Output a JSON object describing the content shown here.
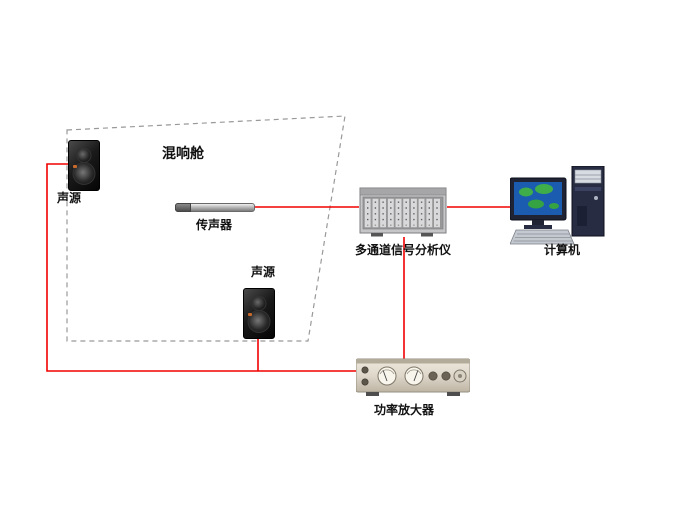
{
  "diagram": {
    "labels": {
      "chamber": "混响舱",
      "source_top": "声源",
      "source_bottom": "声源",
      "microphone": "传声器",
      "analyzer": "多通道信号分析仪",
      "computer": "计算机",
      "amplifier": "功率放大器"
    },
    "colors": {
      "wire_red": "#f20000",
      "chamber_dash": "#999999",
      "speaker_body": "#111111",
      "analyzer_body": "#c6c6c8",
      "amplifier_body": "#ded7ca",
      "screen_blue": "#1b5cb0",
      "screen_land_green": "#3fae4a"
    }
  }
}
